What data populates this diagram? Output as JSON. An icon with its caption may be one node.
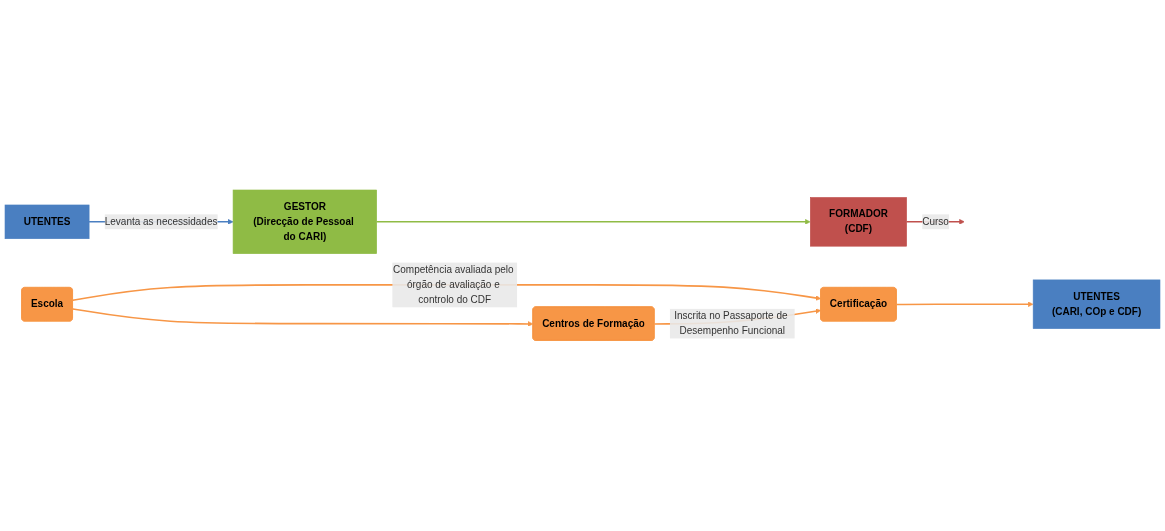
{
  "diagram": {
    "nodes": [
      {
        "text": [
          "UTENTES"
        ]
      },
      {
        "text": [
          "GESTOR",
          "(Direcção de Pessoal do CARI)"
        ]
      },
      {
        "text": [
          "FORMADOR",
          "(CDF)"
        ]
      },
      {
        "text": [
          "Escola"
        ]
      },
      {
        "text": [
          "Centros de Formação"
        ]
      },
      {
        "text": [
          "Certificação"
        ]
      },
      {
        "text": [
          "UTENTES",
          "(CARI, COp e CDF)"
        ]
      }
    ],
    "edges": [
      {
        "from": 0,
        "to": 1,
        "arrow": "to",
        "label": "Levanta as necessidades",
        "color": "#4a7fc1"
      },
      {
        "from": 1,
        "to": 2,
        "arrow": "to",
        "color": "#8fbb45"
      },
      {
        "from": 2,
        "to": null,
        "arrow": "to",
        "label": "Curso",
        "color": "#c0504d"
      },
      {
        "from": 3,
        "to": 4,
        "arrow": "to"
      },
      {
        "from": 3,
        "to": 5,
        "arrow": "to",
        "label": "Competência avaliada pelo órgão de avaliação e controlo do CDF"
      },
      {
        "from": 4,
        "to": 5,
        "arrow": "to",
        "label": "Inscrita no Passaporte de Desempenho Funcional"
      },
      {
        "from": 5,
        "to": 6,
        "arrow": "to"
      }
    ]
  }
}
